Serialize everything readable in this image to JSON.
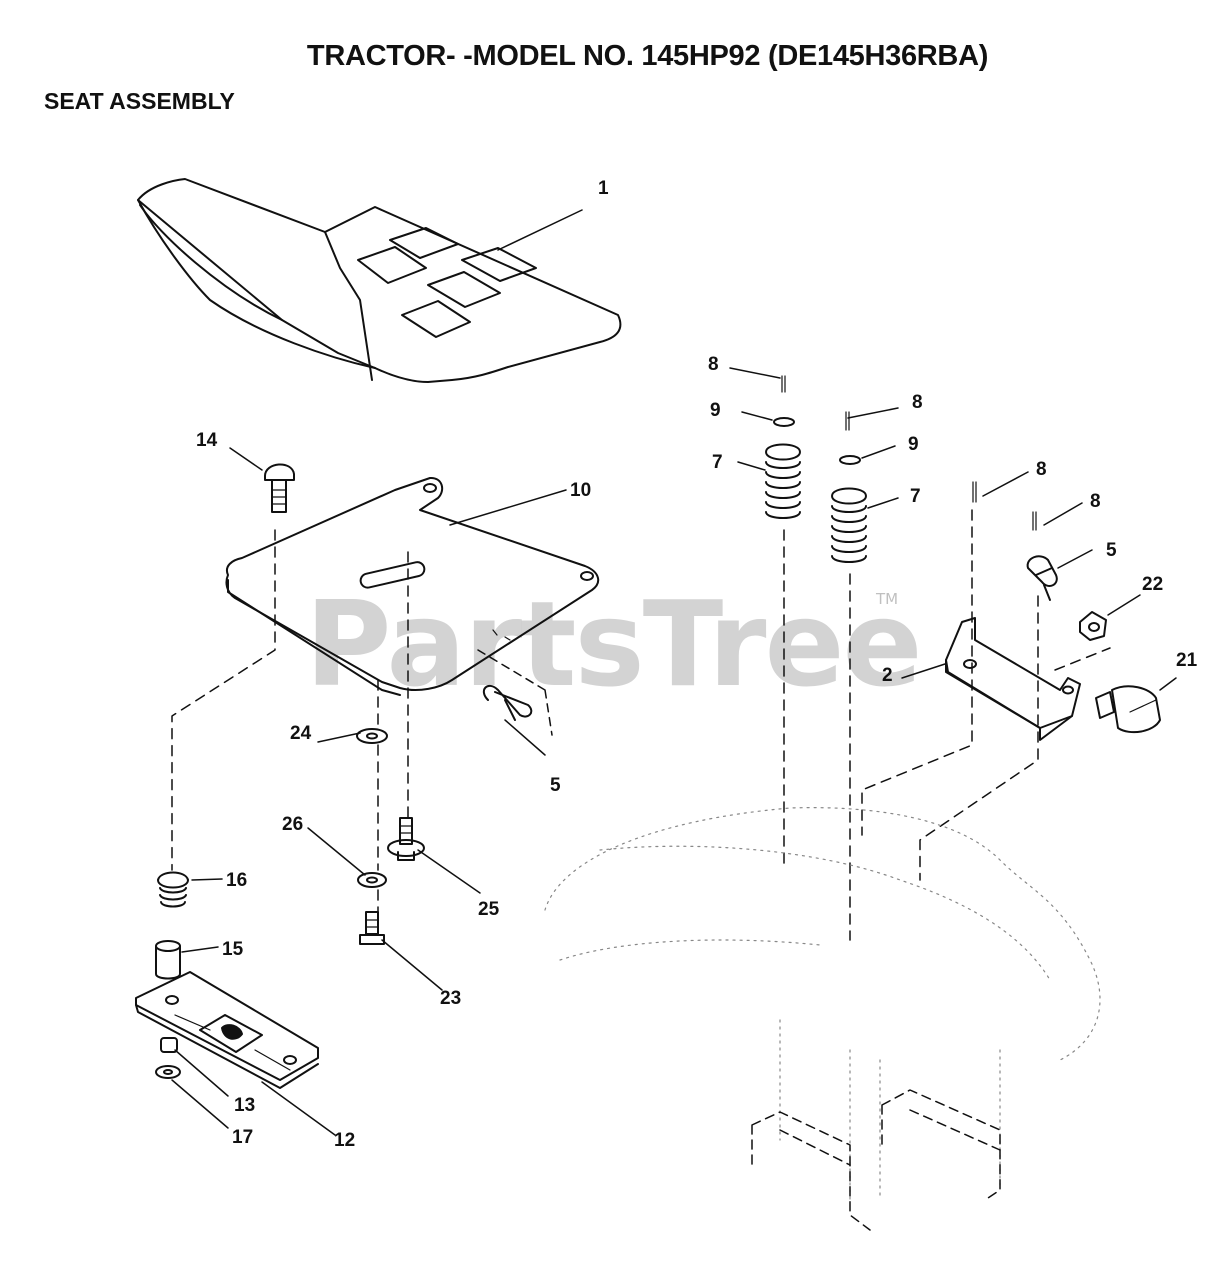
{
  "header": {
    "title": "TRACTOR- -MODEL NO. 145HP92 (DE145H36RBA)",
    "section": "SEAT ASSEMBLY"
  },
  "watermark": {
    "text": "PartsTree",
    "mark": "TM"
  },
  "callouts": {
    "c1": "1",
    "c2": "2",
    "c5a": "5",
    "c5b": "5",
    "c7a": "7",
    "c7b": "7",
    "c8a": "8",
    "c8b": "8",
    "c8c": "8",
    "c8d": "8",
    "c9a": "9",
    "c9b": "9",
    "c10": "10",
    "c12": "12",
    "c13": "13",
    "c14": "14",
    "c15": "15",
    "c16": "16",
    "c17": "17",
    "c21": "21",
    "c22": "22",
    "c23": "23",
    "c24": "24",
    "c25": "25",
    "c26": "26"
  }
}
